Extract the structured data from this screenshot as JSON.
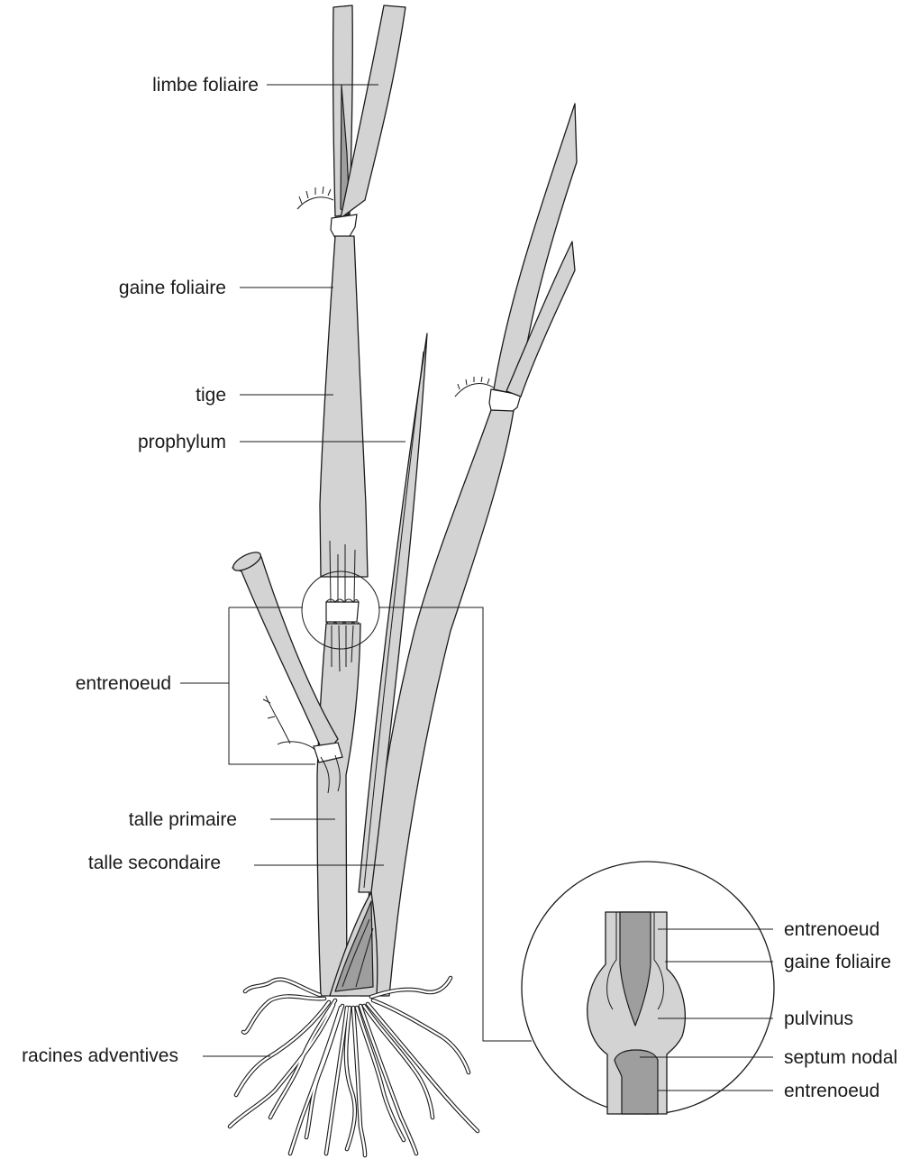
{
  "labels": {
    "limbe_foliaire": "limbe foliaire",
    "gaine_foliaire": "gaine foliaire",
    "tige": "tige",
    "prophylum": "prophylum",
    "entrenoeud": "entrenoeud",
    "talle_primaire": "talle primaire",
    "talle_secondaire": "talle secondaire",
    "racines_adventives": "racines adventives"
  },
  "detail_labels": {
    "entrenoeud_top": "entrenoeud",
    "gaine_foliaire": "gaine foliaire",
    "pulvinus": "pulvinus",
    "septum_nodal": "septum nodal",
    "entrenoeud_bottom": "entrenoeud"
  },
  "colors": {
    "tissue": "#d3d3d3",
    "dark_tissue": "#9e9e9e",
    "outline": "#1a1a1a",
    "background": "#ffffff"
  }
}
